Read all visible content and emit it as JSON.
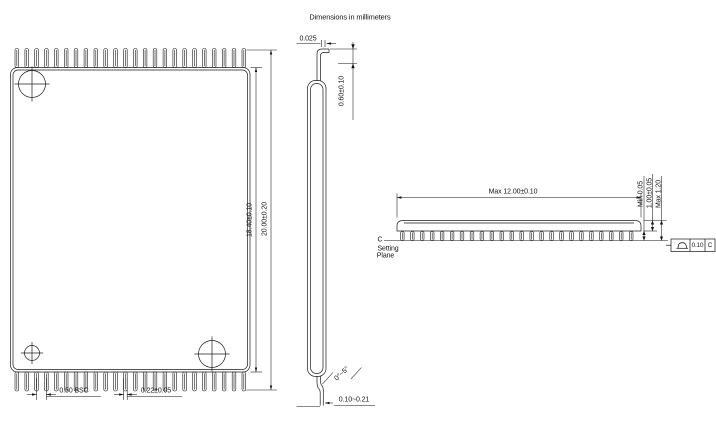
{
  "title": "Dimensions in millimeters",
  "front_view": {
    "body_length": "18.40±0.10",
    "overall_length": "20.00±0.20",
    "lead_pitch": "0.50 BSC",
    "lead_width": "0.22±0.05"
  },
  "side_view": {
    "lead_offset": "0.025",
    "lead_length": "0.60±0.10",
    "lead_angle": "0°~5°",
    "lead_tip_thickness": "0.10~0.21"
  },
  "end_view": {
    "overall_width": "Max 12.00±0.10",
    "datum_letter": "C",
    "setting_word": "Setting",
    "plane_word": "Plane",
    "standoff": "Min 0.05",
    "body_thickness": "1.00±0.05",
    "overall_height": "Max 1.20",
    "flatness_tolerance": "0.10",
    "flatness_datum": "C"
  }
}
